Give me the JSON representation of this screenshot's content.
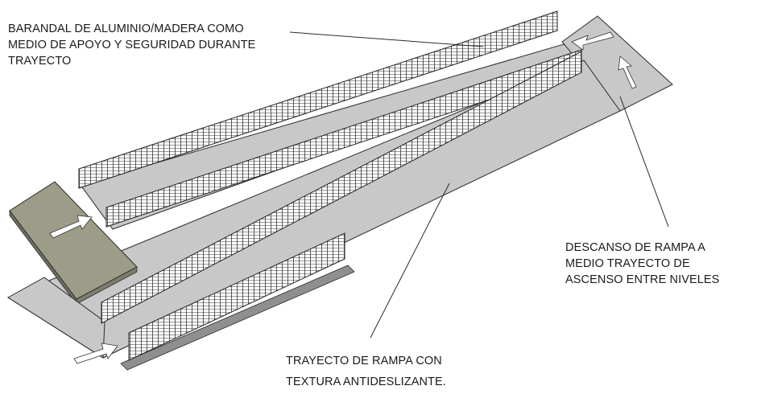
{
  "annotations": {
    "railing": {
      "line1": "BARANDAL DE ALUMINIO/MADERA COMO",
      "line2": "MEDIO DE APOYO Y SEGURIDAD DURANTE",
      "line3": "TRAYECTO"
    },
    "landing": {
      "line1": "DESCANSO DE RAMPA A",
      "line2": "MEDIO TRAYECTO DE",
      "line3": "ASCENSO ENTRE NIVELES"
    },
    "ramp": {
      "line1": "TRAYECTO DE RAMPA CON",
      "line2": "TEXTURA ANTIDESLIZANTE."
    }
  },
  "colors": {
    "surface": "#c8c8c8",
    "upper_platform": "#9c9c88",
    "outline": "#2a2a2a",
    "railing": "#333333",
    "arrow_fill": "#ffffff"
  }
}
